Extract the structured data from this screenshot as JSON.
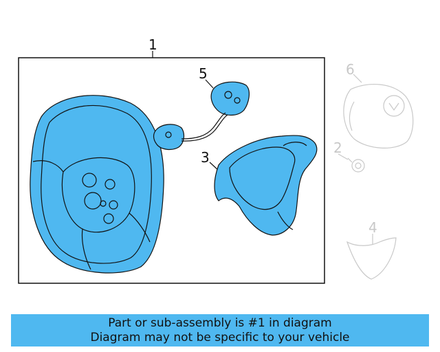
{
  "diagram": {
    "callouts": {
      "one": "1",
      "two": "2",
      "three": "3",
      "four": "4",
      "five": "5",
      "six": "6"
    },
    "colors": {
      "highlight": "#4fb8f0",
      "outline": "#111111",
      "ghost": "#c8c8c8"
    }
  },
  "banner": {
    "line1": "Part or sub-assembly is #1 in diagram",
    "line2": "Diagram may not be specific to your vehicle"
  }
}
